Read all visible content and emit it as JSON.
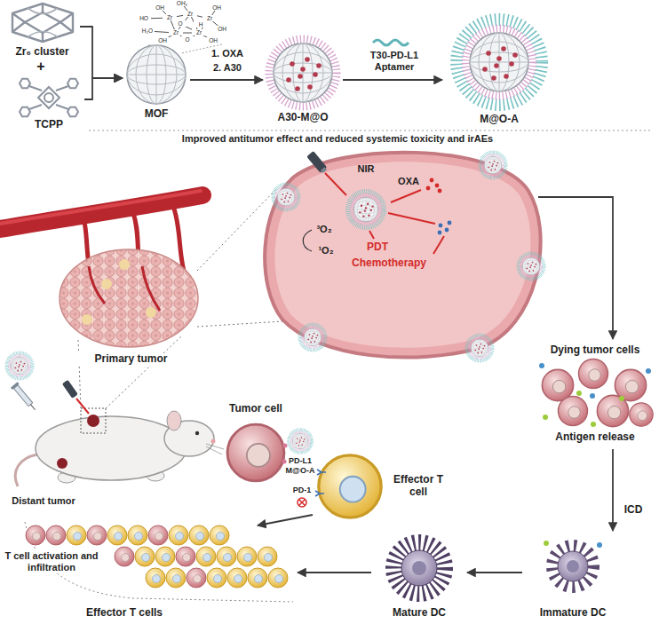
{
  "diagram": {
    "nodes": [
      {
        "text": [
          "Zr₆ cluster"
        ]
      },
      {
        "text": [
          "TCPP"
        ]
      },
      {
        "text": [
          "MOF"
        ]
      },
      {
        "text": [
          "A30-M@O"
        ]
      },
      {
        "text": [
          "M@O-A"
        ]
      },
      {
        "text": [
          "Primary tumor"
        ]
      },
      {
        "text": [
          "OXA",
          "³O₂",
          "¹O₂",
          "PDT",
          "Chemotherapy"
        ]
      },
      {
        "text": [
          "Dying tumor cells",
          "Antigen release"
        ]
      },
      {
        "text": [
          "Immature DC"
        ]
      },
      {
        "text": [
          "Mature DC"
        ]
      },
      {
        "text": [
          "Effector T cells"
        ]
      },
      {
        "text": [
          "Tumor cell"
        ]
      },
      {
        "text": [
          "Effector T cell"
        ]
      }
    ],
    "edges": [
      {
        "from": 0,
        "to": 2,
        "arrow": "to"
      },
      {
        "from": 1,
        "to": 2,
        "arrow": "to"
      },
      {
        "from": 2,
        "to": 3,
        "arrow": "to"
      },
      {
        "from": 3,
        "to": 4,
        "label": "T30-PD-L1 Aptamer",
        "arrow": "to"
      },
      {
        "from": 6,
        "to": 7,
        "arrow": "to"
      },
      {
        "from": 7,
        "to": 8,
        "label": "ICD",
        "arrow": "to"
      },
      {
        "from": 8,
        "to": 9,
        "arrow": "to"
      },
      {
        "from": 9,
        "to": 10,
        "arrow": "to"
      },
      {
        "from": 12,
        "to": 10,
        "arrow": "to"
      }
    ],
    "labels": [
      "+",
      "1. OXA",
      "2. A30",
      "Improved antitumor effect and reduced systemic toxicity and irAEs",
      "NIR",
      "PD-L1",
      "M@O-A",
      "PD-1",
      "Distant tumor",
      "T cell activation and infiltration",
      "OH₂",
      "OH",
      "OH",
      "HO",
      "Zr",
      "Zr",
      "Zr",
      "O",
      "H",
      "OH",
      "H₂O",
      "Zr",
      "Zr",
      "O",
      "OH",
      "OH"
    ]
  }
}
